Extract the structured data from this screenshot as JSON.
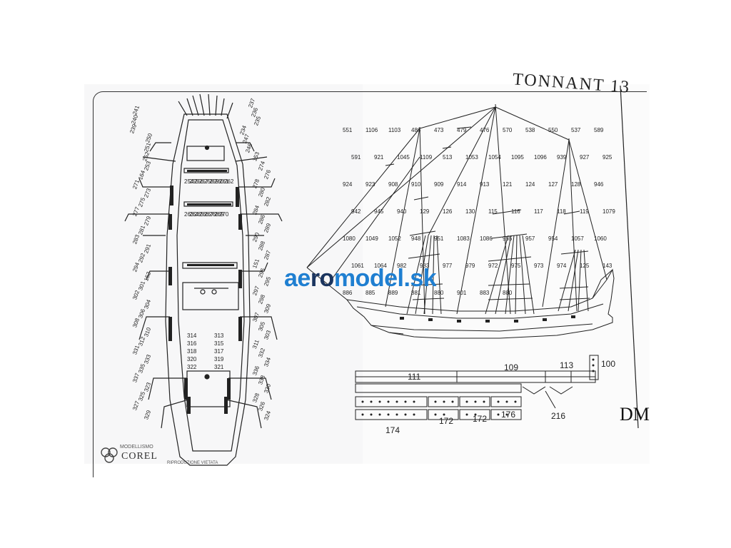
{
  "plan": {
    "title": "TONNANT 13",
    "code": "DM",
    "watermark": {
      "part1": "ae",
      "part2": "ro",
      "part3": "model.sk"
    },
    "logo": {
      "sub": "MODELLISMO",
      "name": "COREL",
      "foot": "RIPRODUZIONE VIETATA"
    },
    "part_labels": {
      "p111": "111",
      "p109": "109",
      "p113": "113",
      "p100": "100",
      "p216": "216",
      "p174": "174",
      "p172a": "172",
      "p172b": "172",
      "p176": "176"
    },
    "deck_labels_left": [
      "241",
      "240",
      "239",
      "250",
      "251",
      "252",
      "253",
      "164",
      "271",
      "273",
      "275",
      "277",
      "279",
      "281",
      "283",
      "291",
      "292",
      "294",
      "152",
      "301",
      "302",
      "304",
      "306",
      "308",
      "310",
      "312",
      "331",
      "333",
      "335",
      "337",
      "323",
      "325",
      "327",
      "329"
    ],
    "deck_labels_right": [
      "237",
      "236",
      "235",
      "234",
      "247",
      "246",
      "153",
      "274",
      "276",
      "278",
      "280",
      "282",
      "284",
      "286",
      "289",
      "290",
      "288",
      "287",
      "151",
      "296",
      "295",
      "297",
      "298",
      "309",
      "307",
      "305",
      "303",
      "311",
      "332",
      "334",
      "336",
      "338",
      "330",
      "328",
      "326",
      "324"
    ],
    "deck_labels_center": [
      "313",
      "315",
      "317",
      "319",
      "321",
      "314",
      "316",
      "318",
      "320",
      "322",
      "254",
      "255",
      "256",
      "257",
      "258",
      "259",
      "260",
      "261",
      "262",
      "263",
      "264",
      "265",
      "266",
      "267",
      "268",
      "269",
      "270"
    ],
    "rigging_labels": [
      "551",
      "1106",
      "1103",
      "486",
      "473",
      "479",
      "476",
      "570",
      "538",
      "550",
      "537",
      "589",
      "591",
      "921",
      "1045",
      "1109",
      "513",
      "1053",
      "1054",
      "1095",
      "1096",
      "939",
      "927",
      "925",
      "924",
      "923",
      "908",
      "910",
      "909",
      "914",
      "913",
      "121",
      "124",
      "127",
      "128",
      "946",
      "942",
      "945",
      "940",
      "129",
      "126",
      "130",
      "115",
      "116",
      "117",
      "118",
      "119",
      "1079",
      "1080",
      "1049",
      "1052",
      "948",
      "951",
      "1083",
      "1086",
      "955",
      "957",
      "954",
      "1057",
      "1060",
      "1061",
      "1064",
      "982",
      "983",
      "977",
      "979",
      "972",
      "975",
      "973",
      "974",
      "125",
      "143",
      "886",
      "885",
      "889",
      "881",
      "880",
      "901",
      "883",
      "880"
    ]
  }
}
